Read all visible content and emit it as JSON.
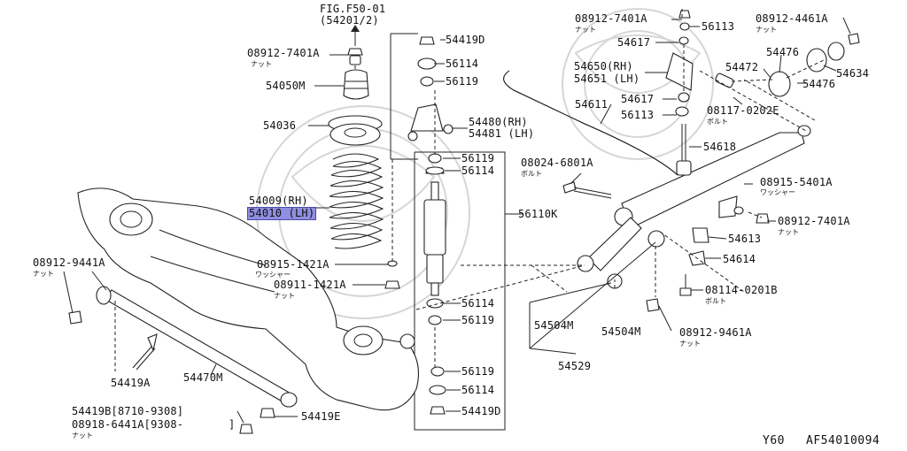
{
  "header": {
    "fig_ref": "FIG.F50-01",
    "fig_ref_sub": "(54201/2)"
  },
  "footer": {
    "model": "Y60",
    "diagram_code": "AF54010094"
  },
  "labels": {
    "p08912_7401A_left": "08912-7401A",
    "p54050M": "54050M",
    "p54036": "54036",
    "p54009": "54009(RH)",
    "p54010": "54010 (LH)",
    "p08915_1421A": "08915-1421A",
    "p08911_1421A": "08911-1421A",
    "p08912_9441A": "08912-9441A",
    "p54419A": "54419A",
    "p54470M": "54470M",
    "p54419B": "54419B[8710-9308]",
    "p08918_6441A": "08918-6441A[9308-",
    "p54419E": "54419E",
    "p54419D_top": "54419D",
    "p56114_a": "56114",
    "p56119_a": "56119",
    "p54480": "54480(RH)",
    "p54481": "54481 (LH)",
    "p56119_b": "56119",
    "p56114_b": "56114",
    "p56110K": "56110K",
    "p56114_c": "56114",
    "p56119_c": "56119",
    "p56119_d": "56119",
    "p56114_d": "56114",
    "p54419D_bot": "54419D",
    "p08912_7401A_top": "08912-7401A",
    "p56113_top": "56113",
    "p54617_a": "54617",
    "p54650": "54650(RH)",
    "p54651": "54651 (LH)",
    "p54611": "54611",
    "p54617_b": "54617",
    "p56113_b": "56113",
    "p54618": "54618",
    "p08912_4461A": "08912-4461A",
    "p54476_a": "54476",
    "p54472": "54472",
    "p54634": "54634",
    "p54476_b": "54476",
    "p08117_0202E": "08117-0202E",
    "p08024_6801A": "08024-6801A",
    "p08915_5401A": "08915-5401A",
    "p08912_7401A_right": "08912-7401A",
    "p54613": "54613",
    "p54614": "54614",
    "p08114_0201B": "08114-0201B",
    "p54504M_a": "54504M",
    "p54504M_b": "54504M",
    "p08912_9461A": "08912-9461A",
    "p54529": "54529"
  },
  "sublabels": {
    "nut": "ナット",
    "bolt": "ボルト",
    "washer": "ワッシャー"
  },
  "highlight_color": "#8f8ee0"
}
